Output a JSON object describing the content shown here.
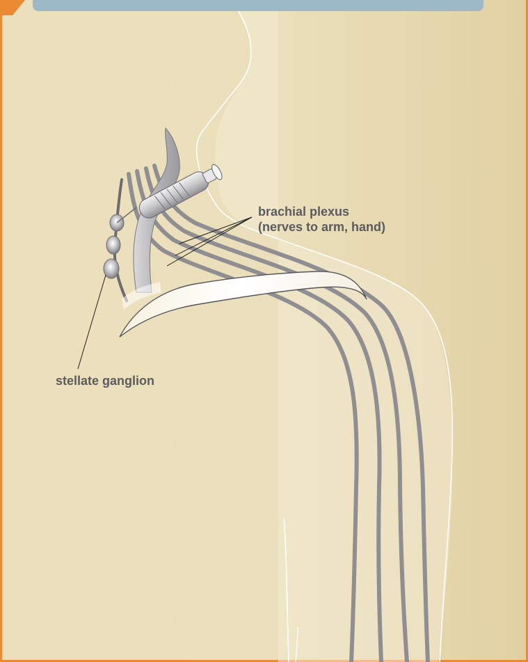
{
  "labels": {
    "brachial_plexus_line1": "brachial plexus",
    "brachial_plexus_line2": "(nerves to arm, hand)",
    "stellate_ganglion": "stellate ganglion"
  },
  "colors": {
    "background": "#ece0bc",
    "background_shade": "#e2d2a5",
    "border": "#ea8a33",
    "header_bar": "#9db8c7",
    "nerve": "#8e8e93",
    "outline": "#ffffff",
    "label_text": "#5b5b5e"
  }
}
